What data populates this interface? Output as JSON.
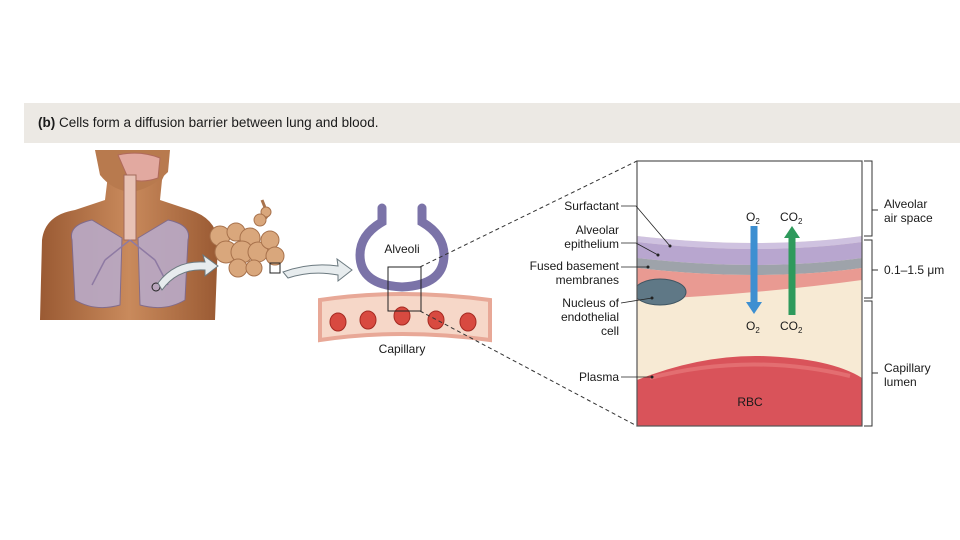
{
  "caption": {
    "prefix": "(b)",
    "text": "Cells form a diffusion barrier between lung and blood."
  },
  "labels": {
    "alveoli": "Alveoli",
    "capillary": "Capillary",
    "surfactant": "Surfactant",
    "alveolar_epithelium_1": "Alveolar",
    "alveolar_epithelium_2": "epithelium",
    "fused_1": "Fused basement",
    "fused_2": "membranes",
    "nucleus_1": "Nucleus of",
    "nucleus_2": "endothelial",
    "nucleus_3": "cell",
    "plasma": "Plasma",
    "rbc": "RBC",
    "o2_top": "O",
    "co2_top": "CO",
    "o2_bottom": "O",
    "co2_bottom": "CO",
    "subscript": "2",
    "alveolar_air_1": "Alveolar",
    "alveolar_air_2": "air space",
    "thickness": "0.1–1.5 μm",
    "capillary_lumen_1": "Capillary",
    "capillary_lumen_2": "lumen"
  },
  "colors": {
    "o2_arrow": "#3d8fd1",
    "co2_arrow": "#2e9a5c",
    "surfactant": "#cfc2e0",
    "epithelium": "#b8a6cf",
    "plasma": "#f7ead4",
    "rbc": "#d9535a"
  }
}
